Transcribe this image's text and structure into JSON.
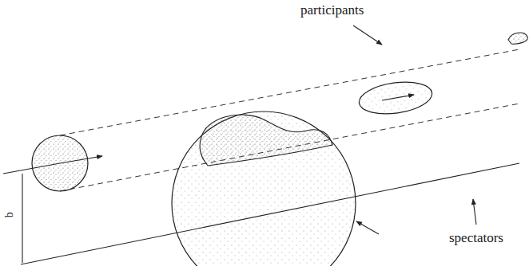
{
  "diagram": {
    "labels": [
      "participants",
      "spectators",
      "b"
    ]
  }
}
